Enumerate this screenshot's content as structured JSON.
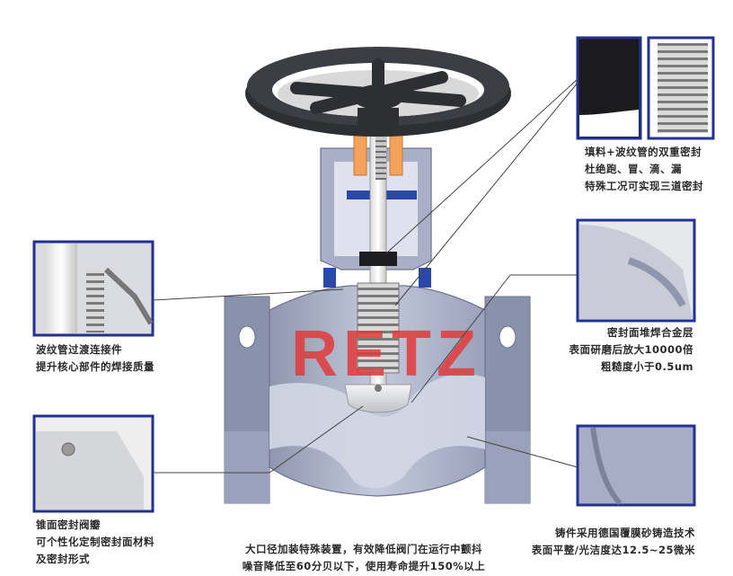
{
  "brand": {
    "logo_text": "RETZ",
    "logo_color": "#e23a3a"
  },
  "colors": {
    "frame": "#23318f",
    "body_fill": "#b9bfd4",
    "body_dark": "#8e95ae",
    "handwheel": "#2d2f33",
    "packing": "#f2a25a",
    "bolt_blue": "#2a48a8",
    "line": "#444444"
  },
  "callouts": {
    "packing_bellows": {
      "lines": [
        "填料+波纹管的双重密封",
        "杜绝跑、冒、滴、漏",
        "特殊工况可实现三道密封"
      ]
    },
    "bellows_weld": {
      "lines": [
        "波纹管过渡连接件",
        "提升核心部件的焊接质量"
      ]
    },
    "seat_surface": {
      "lines": [
        "密封面堆焊合金层",
        "表面研磨后放大10000倍",
        "粗糙度小于0.5um"
      ]
    },
    "cone_disc": {
      "lines": [
        "锥面密封阀瓣",
        "可个性化定制密封面材料",
        "及密封形式"
      ]
    },
    "casting": {
      "lines": [
        "铸件采用德国覆膜砂铸造技术",
        "表面平整/光洁度达12.5~25微米"
      ]
    },
    "large_bore": {
      "lines": [
        "大口径加装特殊装置，有效降低阀门在运行中颤抖",
        "噪音降低至60分贝以下，使用寿命提升150%以上"
      ]
    }
  }
}
